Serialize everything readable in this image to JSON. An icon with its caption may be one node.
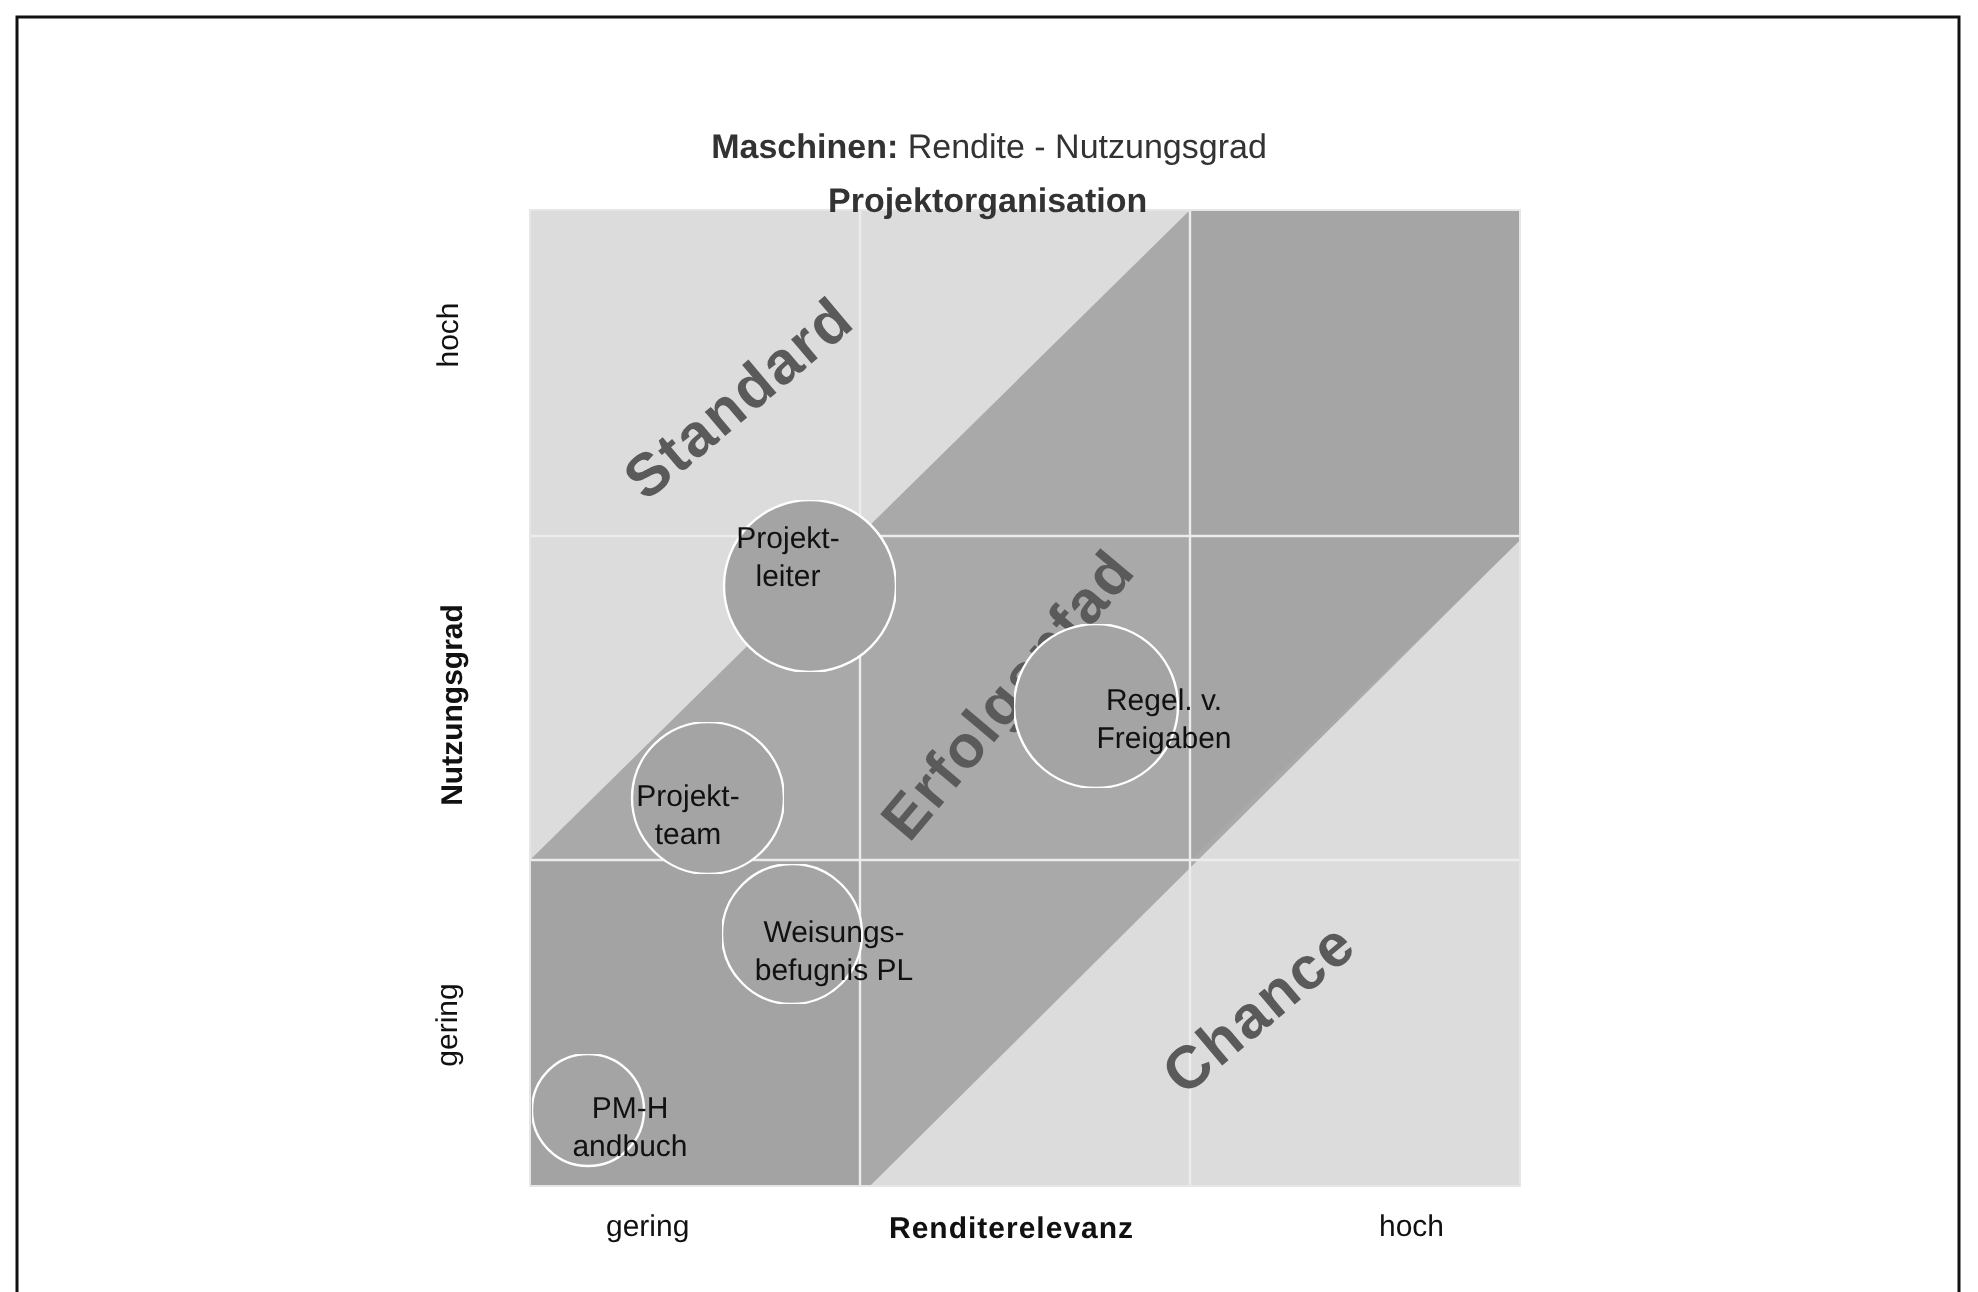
{
  "diagram": {
    "title": "**Maschinen:** Rendite - Nutzungsgrad",
    "nodes": [
      {
        "text": [
          "Projekt- leiter"
        ]
      },
      {
        "text": [
          "Regel. v. Freigaben"
        ]
      },
      {
        "text": [
          "Projekt- team"
        ]
      },
      {
        "text": [
          "Weisungs- befugnis PL"
        ]
      },
      {
        "text": [
          "PM-H andbuch"
        ]
      }
    ],
    "labels": [
      "Projektorganisation",
      "Standard",
      "Erfolgspfad",
      "Chance",
      "hoch",
      "Nutzungsgrad",
      "gering",
      "gering",
      "Renditerelevanz",
      "hoch"
    ]
  }
}
